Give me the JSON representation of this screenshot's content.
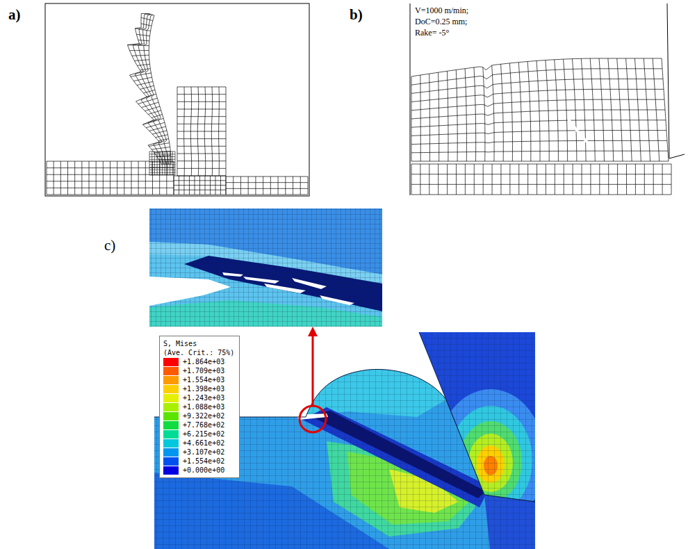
{
  "diagram": {
    "labels": [
      "a)",
      "b)",
      "c)",
      "V=1000 m/min;",
      "DoC=0.25 mm;",
      "Rake= -5°",
      "S, Mises",
      "(Ave. Crit.: 75%)"
    ],
    "legend": [
      {
        "text": "+1.864e+03",
        "color": "#ff0000"
      },
      {
        "text": "+1.709e+03",
        "color": "#ff5a00"
      },
      {
        "text": "+1.554e+03",
        "color": "#ff9a00"
      },
      {
        "text": "+1.398e+03",
        "color": "#ffce00"
      },
      {
        "text": "+1.243e+03",
        "color": "#e4f000"
      },
      {
        "text": "+1.088e+03",
        "color": "#a8f000"
      },
      {
        "text": "+9.322e+02",
        "color": "#5ce400"
      },
      {
        "text": "+7.768e+02",
        "color": "#10dc40"
      },
      {
        "text": "+6.215e+02",
        "color": "#00dc96"
      },
      {
        "text": "+4.661e+02",
        "color": "#00c8dc"
      },
      {
        "text": "+3.107e+02",
        "color": "#0096f0"
      },
      {
        "text": "+1.554e+02",
        "color": "#0050f0"
      },
      {
        "text": "+0.000e+00",
        "color": "#0000e0"
      }
    ]
  }
}
